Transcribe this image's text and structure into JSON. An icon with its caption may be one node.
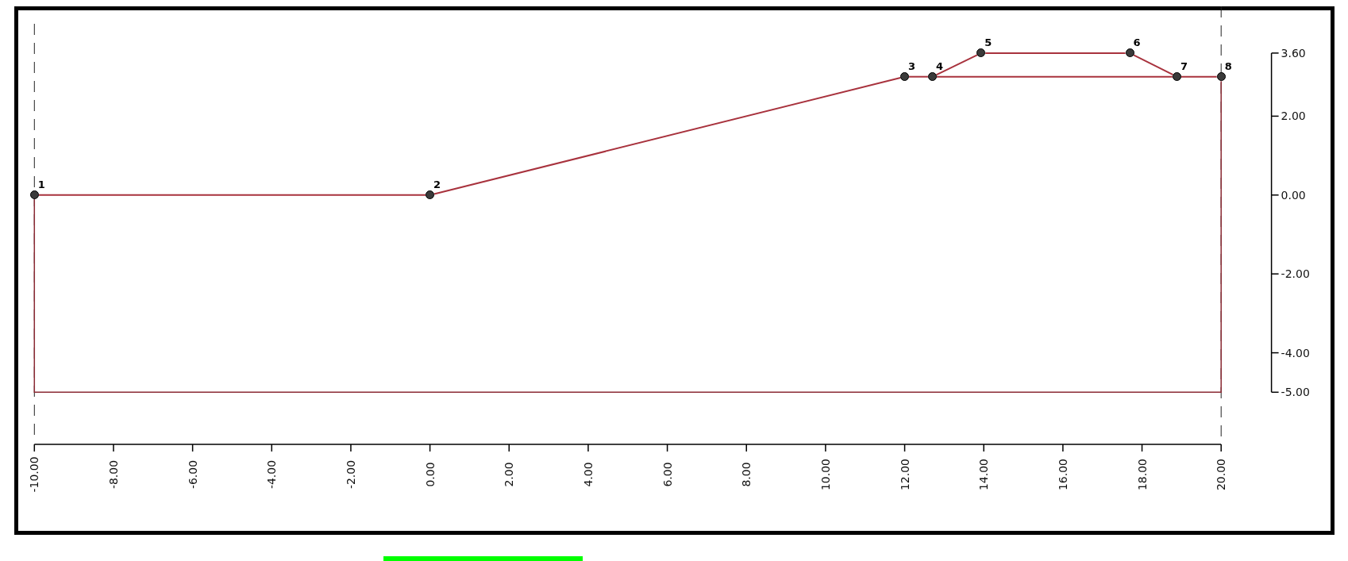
{
  "diagram": {
    "nodes": [
      {
        "text": [
          "1"
        ]
      },
      {
        "text": [
          "2"
        ]
      },
      {
        "text": [
          "3"
        ]
      },
      {
        "text": [
          "4"
        ]
      },
      {
        "text": [
          "5"
        ]
      },
      {
        "text": [
          "6"
        ]
      },
      {
        "text": [
          "7"
        ]
      },
      {
        "text": [
          "8"
        ]
      }
    ],
    "edges": [
      {
        "from": 0,
        "to": 1,
        "arrow": "none"
      },
      {
        "from": 1,
        "to": 2,
        "arrow": "none"
      },
      {
        "from": 2,
        "to": 3,
        "arrow": "none"
      },
      {
        "from": 3,
        "to": 4,
        "arrow": "none"
      },
      {
        "from": 4,
        "to": 5,
        "arrow": "none"
      },
      {
        "from": 5,
        "to": 6,
        "arrow": "none"
      },
      {
        "from": 6,
        "to": 7,
        "arrow": "none"
      },
      {
        "from": 3,
        "to": 6,
        "arrow": "none"
      }
    ],
    "labels": [
      "3.60",
      "2.00",
      "0.00",
      "-2.00",
      "-4.00",
      "-5.00",
      "-10.00",
      "-8.00",
      "-6.00",
      "-4.00",
      "-2.00",
      "0.00",
      "2.00",
      "4.00",
      "6.00",
      "8.00",
      "10.00",
      "12.00",
      "14.00",
      "16.00",
      "18.00",
      "20.00"
    ]
  }
}
